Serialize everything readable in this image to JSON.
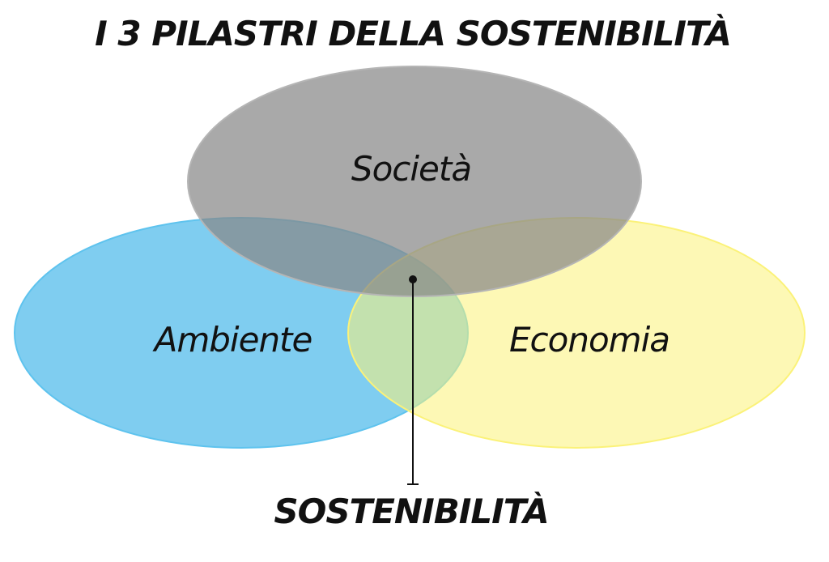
{
  "title": "I 3 PILASTRI  DELLA  SOSTENIBILITÀ",
  "circles": {
    "top": {
      "label": "Società",
      "color": "#888888"
    },
    "left": {
      "label": "Ambiente",
      "color": "#7fcdf0"
    },
    "right": {
      "label": "Economia",
      "color": "#fbf279"
    }
  },
  "center_label": "SOSTENIBILITÀ"
}
